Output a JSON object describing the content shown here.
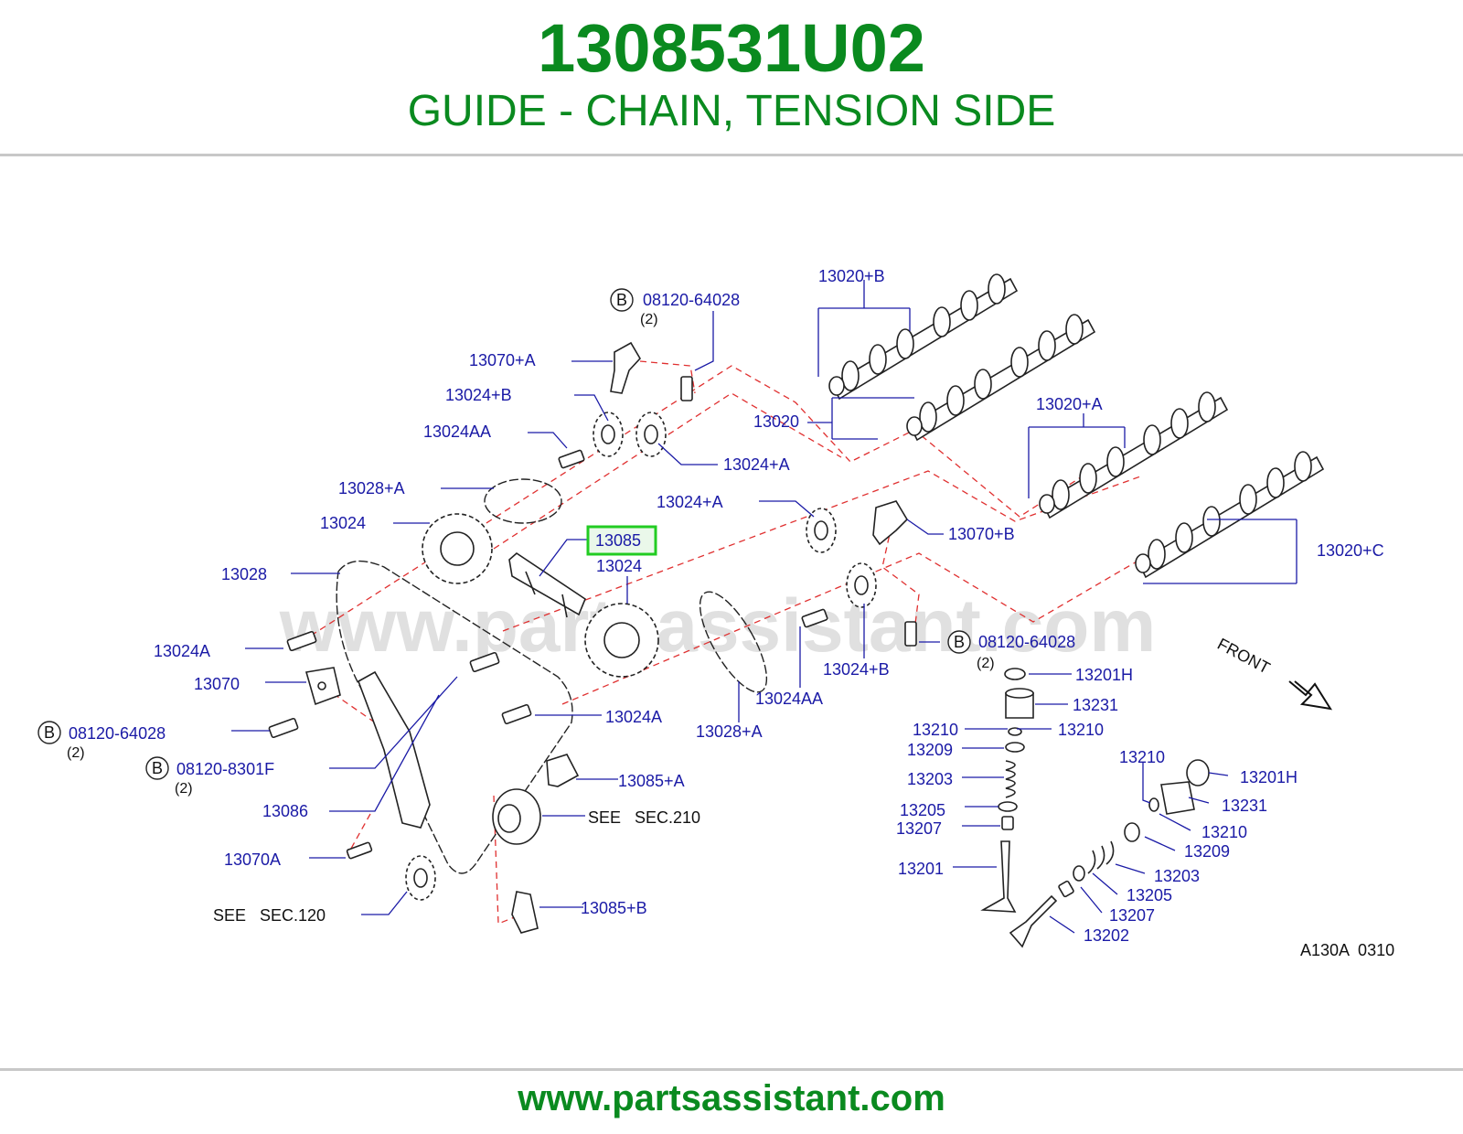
{
  "header": {
    "part_number": "1308531U02",
    "part_name": "GUIDE - CHAIN, TENSION SIDE"
  },
  "footer": {
    "url": "www.partsassistant.com"
  },
  "watermark": "www.partsassistant.com",
  "diagram": {
    "code": "A130A  0310",
    "front_label": "FRONT",
    "highlight_color": "#22cc22",
    "label_color": "#1a1aa6",
    "title_color": "#0a8a1f",
    "callouts": {
      "c13020B": "13020+B",
      "c08120_64028_top": "08120-64028",
      "qty_top": "(2)",
      "c13070A_plus": "13070+A",
      "c13024B_top": "13024+B",
      "c13020": "13020",
      "c13024AA_top": "13024AA",
      "c13024A_plus_top": "13024+A",
      "c13020A_plus": "13020+A",
      "c13028A_top": "13028+A",
      "c13024A_plus_mid": "13024+A",
      "c13024_left": "13024",
      "c13085": "13085",
      "c13070B_plus": "13070+B",
      "c13024_mid": "13024",
      "c13020C_plus": "13020+C",
      "c13028": "13028",
      "c08120_64028_right": "08120-64028",
      "qty_right": "(2)",
      "c13024A": "13024A",
      "c13024B_bottom": "13024+B",
      "c13201H_a": "13201H",
      "c13070": "13070",
      "c13024AA_bottom": "13024AA",
      "c13231_a": "13231",
      "c13024A_mid": "13024A",
      "c13210_a": "13210",
      "c13210_b": "13210",
      "c08120_64028_left": "08120-64028",
      "qty_left": "(2)",
      "c13028A_bottom": "13028+A",
      "c13209_a": "13209",
      "c08120_8301F": "08120-8301F",
      "qty_8301F": "(2)",
      "c13085A_plus": "13085+A",
      "c13210_c": "13210",
      "c13201H_b": "13201H",
      "c13203_a": "13203",
      "c13231_b": "13231",
      "c13086": "13086",
      "see_sec210": "SEE   SEC.210",
      "c13205_a": "13205",
      "c13210_d": "13210",
      "c13207_a": "13207",
      "c13209_b": "13209",
      "c13070A": "13070A",
      "c13201": "13201",
      "c13203_b": "13203",
      "c13205_b": "13205",
      "c13085B_plus": "13085+B",
      "see_sec120": "SEE   SEC.120",
      "c13207_b": "13207",
      "c13202": "13202"
    },
    "bolt_marker": "B"
  }
}
